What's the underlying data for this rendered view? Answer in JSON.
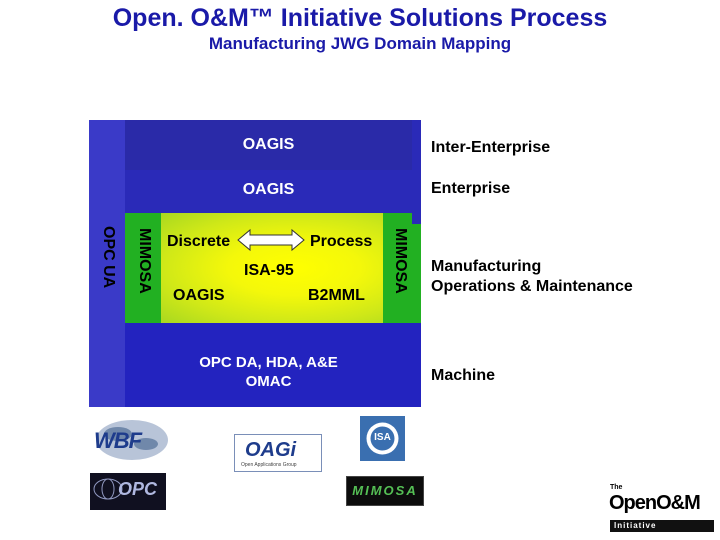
{
  "header": {
    "title": "Open. O&M™ Initiative Solutions Process",
    "subtitle": "Manufacturing JWG Domain Mapping"
  },
  "diagram": {
    "inter_enterprise_band": "OAGIS",
    "enterprise_band": "OAGIS",
    "opc_ua_label": "OPC UA",
    "mimosa_left_label": "MIMOSA",
    "mimosa_right_label": "MIMOSA",
    "mfg": {
      "discrete": "Discrete",
      "process": "Process",
      "isa95": "ISA-95",
      "oagis": "OAGIS",
      "b2mml": "B2MML"
    },
    "machine_band_line1": "OPC DA, HDA, A&E",
    "machine_band_line2": "OMAC"
  },
  "levels": {
    "inter_enterprise": "Inter-Enterprise",
    "enterprise": "Enterprise",
    "manufacturing_line1": "Manufacturing",
    "manufacturing_line2": "Operations & Maintenance",
    "machine": "Machine"
  },
  "logos": {
    "wbf": "WBF",
    "oagi": "OAGi",
    "oagi_sub": "Open Applications Group",
    "isa": "ISA",
    "opc": "OPC",
    "mimosa": "MIMOSA",
    "openom_the": "The",
    "openom_name": "OpenO&M",
    "openom_initiative": "Initiative"
  },
  "colors": {
    "title_blue": "#1a1aa8",
    "band_blue": "#2a2ab8",
    "green": "#22b022",
    "yellow": "#ffff00"
  }
}
